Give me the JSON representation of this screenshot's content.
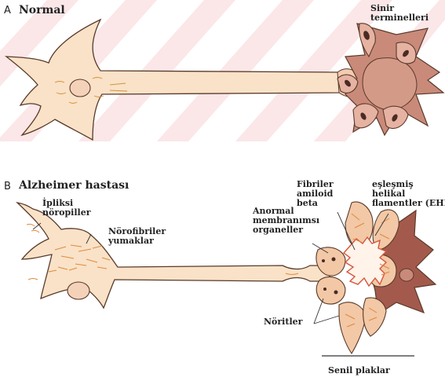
{
  "panel_a": {
    "letter": "A",
    "title": "Normal",
    "terminals_label": [
      "Sinir",
      "terminelleri"
    ]
  },
  "panel_b": {
    "letter": "B",
    "title": "Alzheimer hastası",
    "threads_label": [
      "İpliksi",
      "nöropiller"
    ],
    "tangles_label": [
      "Nörofibriler",
      "yumaklar"
    ],
    "organelles_label": [
      "Anormal",
      "membranımsı",
      "organeller"
    ],
    "amyloid_label": [
      "Fibriler",
      "amiloid",
      "beta"
    ],
    "phf_label": [
      "eşleşmiş",
      "helikal",
      "flamentler (EHF)"
    ],
    "neurites_label": "Nöritler",
    "plaque_label": "Senil plaklar"
  },
  "colors": {
    "cell_fill": "#f9e2c7",
    "cell_stroke": "#5a3a2a",
    "terminal_fill": "#cf8e7c",
    "terminal_dark": "#a35a4c",
    "watermark": "#fbe8ea",
    "fibril": "#d6553b"
  }
}
